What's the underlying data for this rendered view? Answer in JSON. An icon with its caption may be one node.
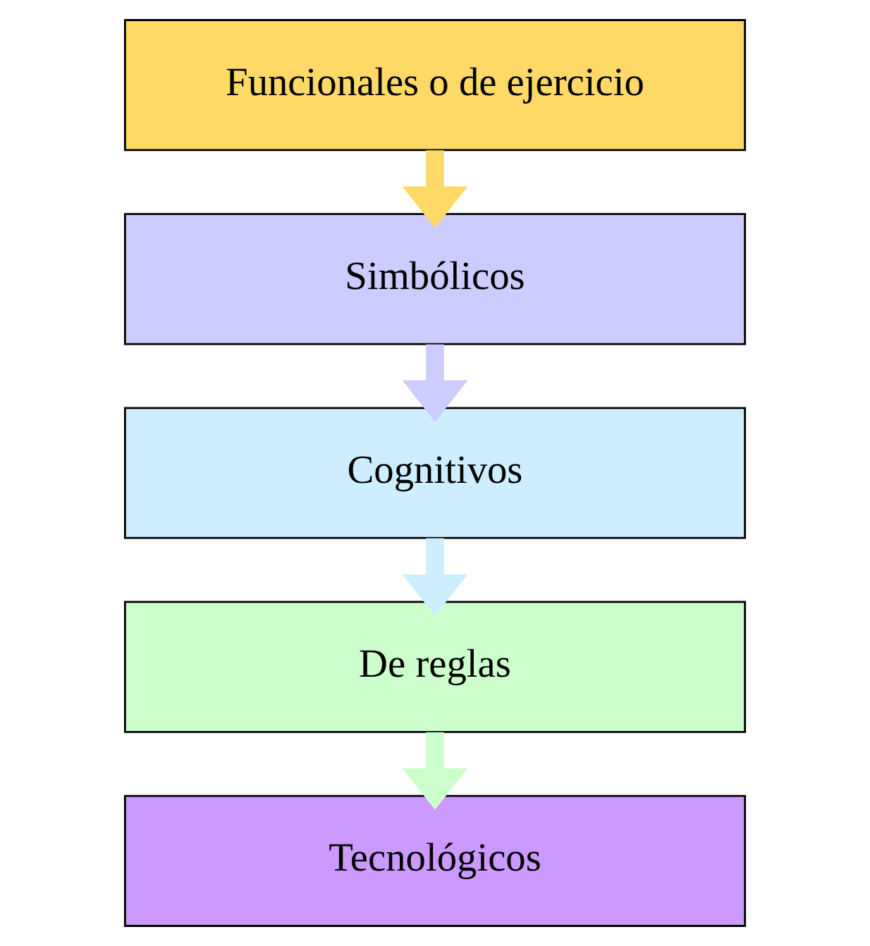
{
  "diagram": {
    "nodes": [
      {
        "text": [
          "Funcionales o de ejercicio"
        ]
      },
      {
        "text": [
          "Simbólicos"
        ]
      },
      {
        "text": [
          "Cognitivos"
        ]
      },
      {
        "text": [
          "De reglas"
        ]
      },
      {
        "text": [
          "Tecnológicos"
        ]
      }
    ],
    "edges": [
      {
        "from": 0,
        "to": 1,
        "arrow": "to",
        "color": "#ffd966"
      },
      {
        "from": 1,
        "to": 2,
        "arrow": "to",
        "color": "#ccccff"
      },
      {
        "from": 2,
        "to": 3,
        "arrow": "to",
        "color": "#cceeff"
      },
      {
        "from": 3,
        "to": 4,
        "arrow": "to",
        "color": "#ccffcc"
      }
    ]
  }
}
